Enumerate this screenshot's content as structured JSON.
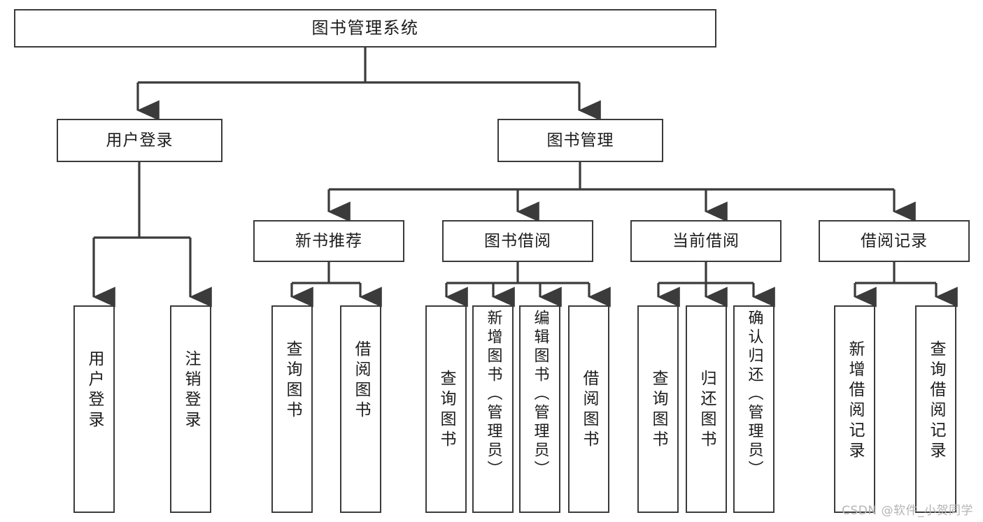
{
  "diagram": {
    "title": "图书管理系统",
    "watermark": "CSDN @软件_小贺同学",
    "stroke_color": "#3b3b3b",
    "text_color": "#1c1c1c",
    "background": "#ffffff",
    "watermark_color": "#b4b4b4"
  },
  "nodes": {
    "root": {
      "label": "图书管理系统"
    },
    "level2": [
      {
        "label": "用户登录"
      },
      {
        "label": "图书管理"
      }
    ],
    "level3": [
      {
        "label": "新书推荐"
      },
      {
        "label": "图书借阅"
      },
      {
        "label": "当前借阅"
      },
      {
        "label": "借阅记录"
      }
    ],
    "leaves": {
      "user_login": [
        {
          "label": "用户登录"
        },
        {
          "label": "注销登录"
        }
      ],
      "new_book": [
        {
          "label": "查询图书"
        },
        {
          "label": "借阅图书"
        }
      ],
      "book_borrow": [
        {
          "label": "查询图书"
        },
        {
          "label": "新增图书（管理员）"
        },
        {
          "label": "编辑图书（管理员）"
        },
        {
          "label": "借阅图书"
        }
      ],
      "current_borrow": [
        {
          "label": "查询图书"
        },
        {
          "label": "归还图书"
        },
        {
          "label": "确认归还（管理员）"
        }
      ],
      "borrow_record": [
        {
          "label": "新增借阅记录"
        },
        {
          "label": "查询借阅记录"
        }
      ]
    }
  }
}
